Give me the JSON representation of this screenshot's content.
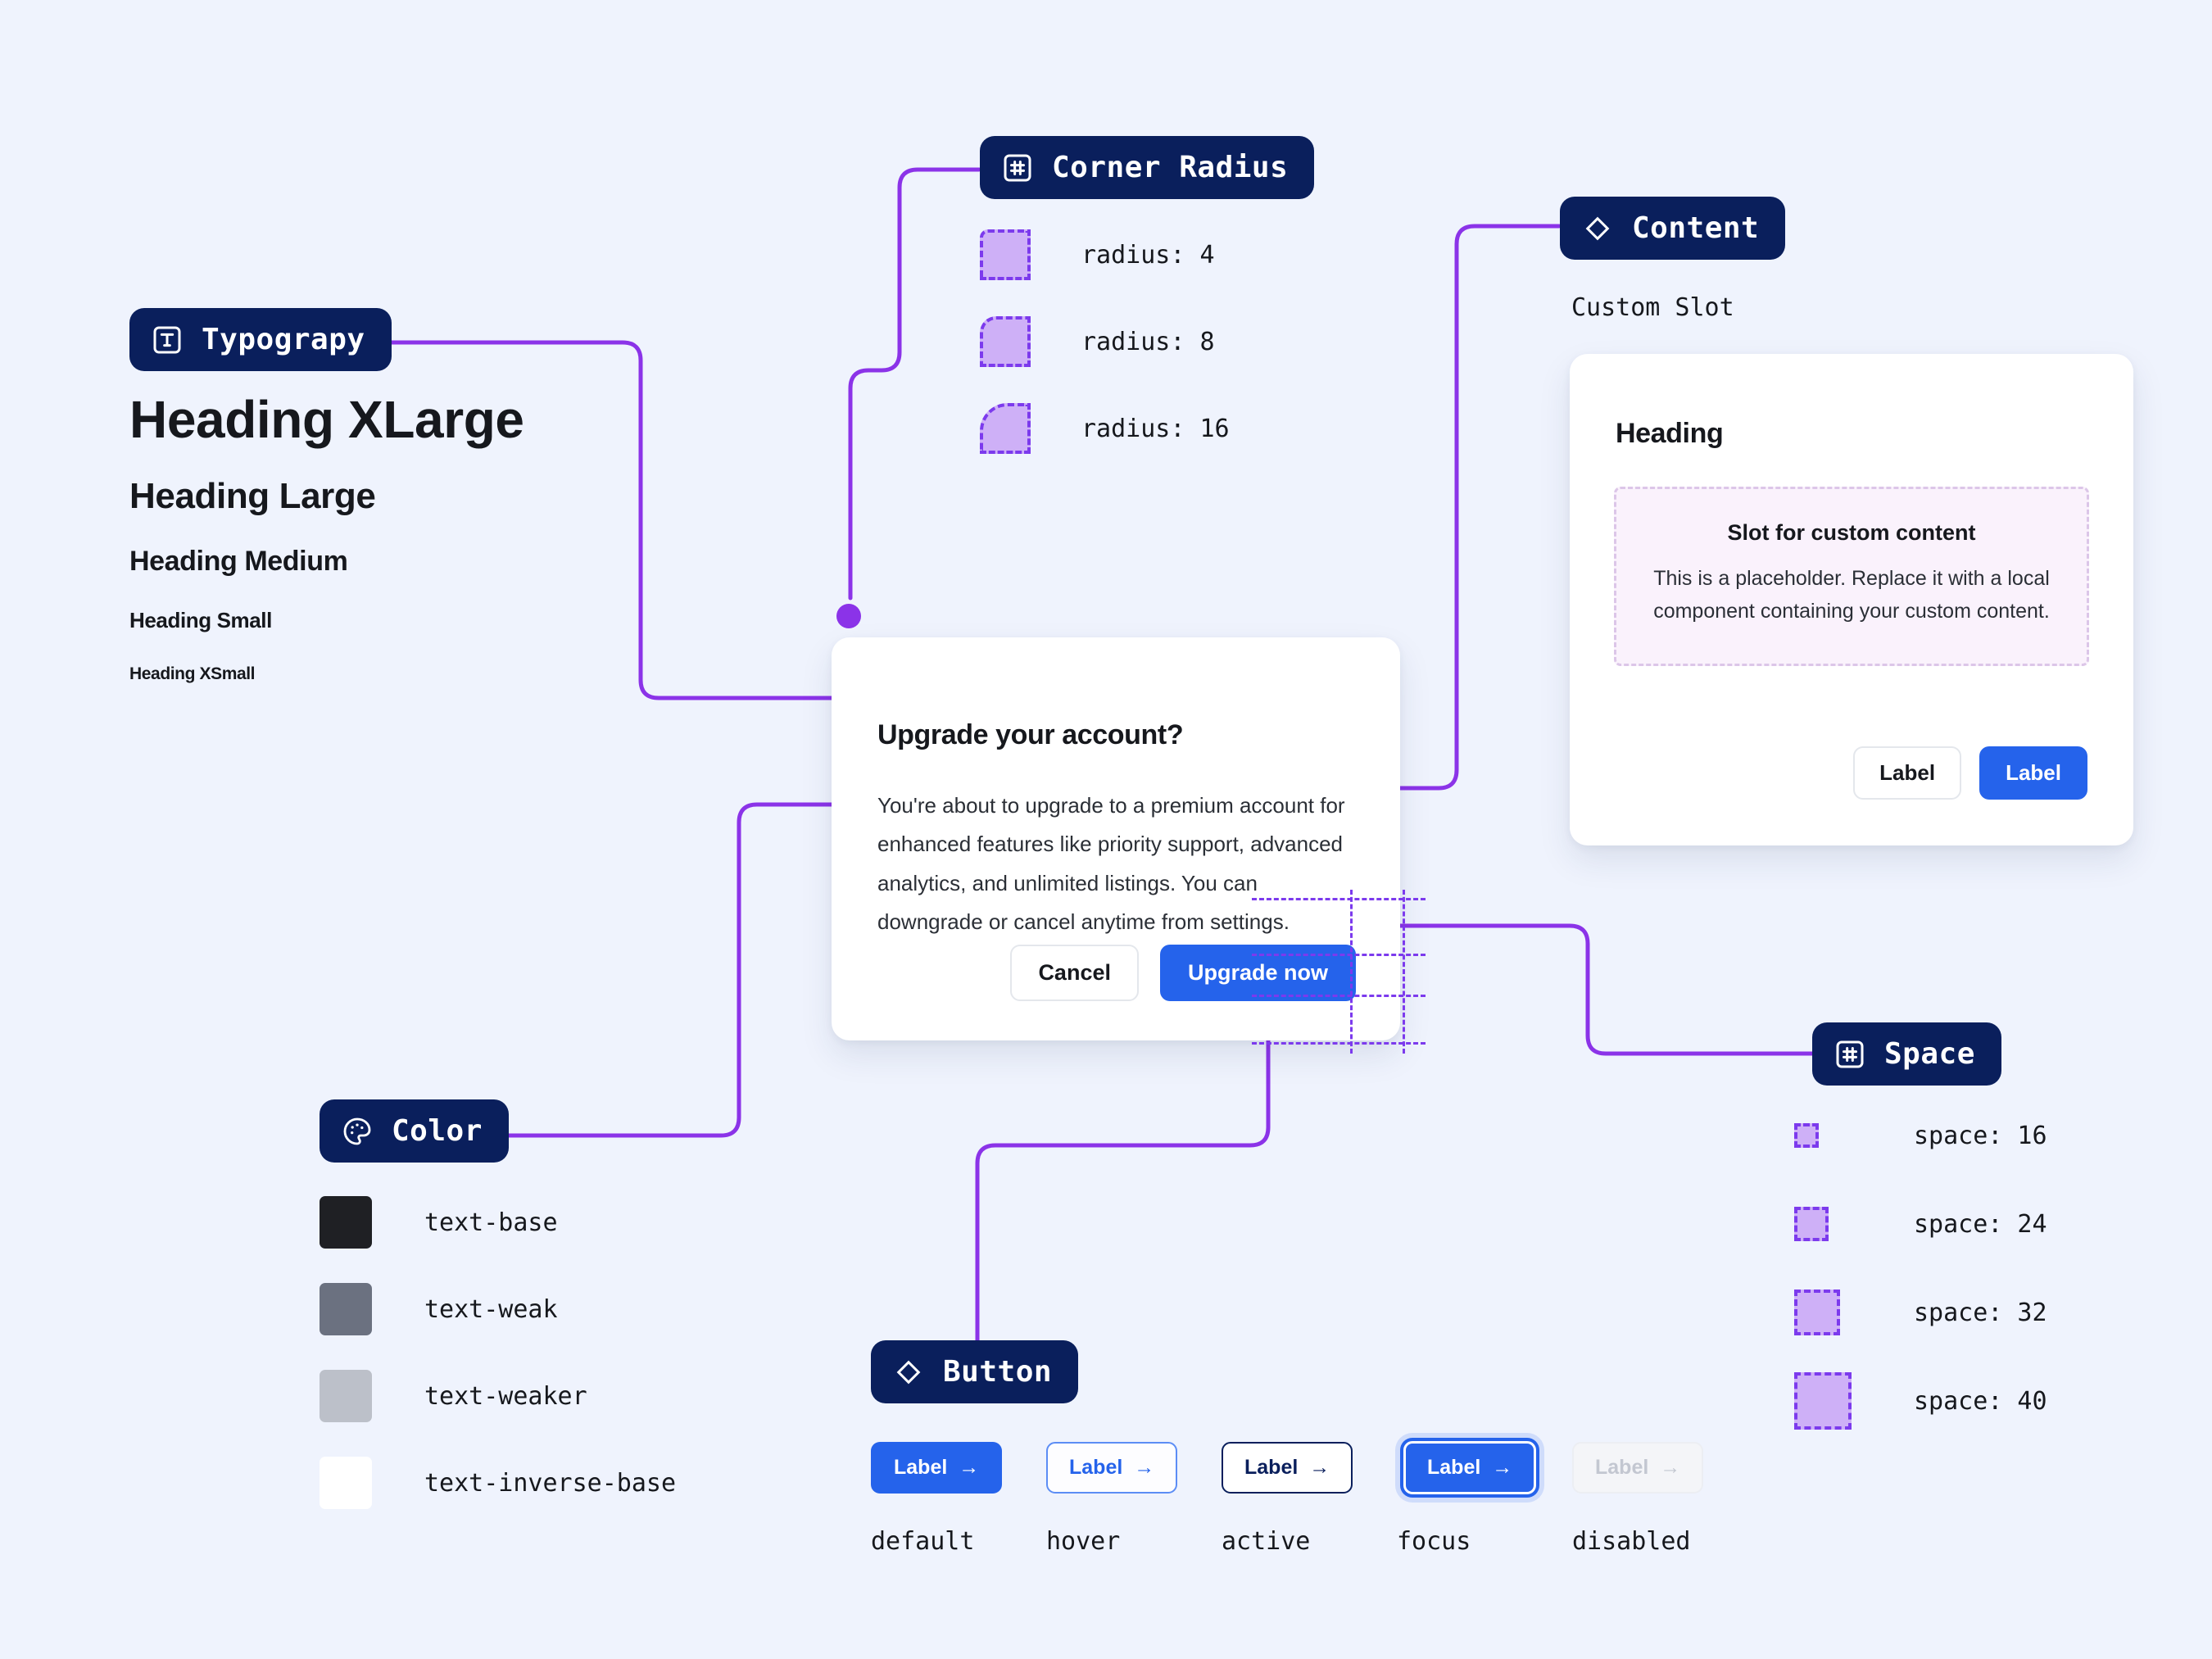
{
  "canvas": {
    "background": "#eff3fd",
    "accent": "#8b33e8",
    "badge_bg": "#0a1f5c",
    "primary": "#2563eb"
  },
  "sections": {
    "typography": {
      "badge_label": "Typograpy",
      "icon": "text-box-icon"
    },
    "corner_radius": {
      "badge_label": "Corner Radius",
      "icon": "hash-box-icon"
    },
    "content": {
      "badge_label": "Content",
      "icon": "diamond-icon"
    },
    "color": {
      "badge_label": "Color",
      "icon": "palette-icon"
    },
    "button": {
      "badge_label": "Button",
      "icon": "diamond-icon"
    },
    "space": {
      "badge_label": "Space",
      "icon": "hash-box-icon"
    }
  },
  "typography": {
    "specimens": [
      {
        "label": "Heading XLarge"
      },
      {
        "label": "Heading Large"
      },
      {
        "label": "Heading Medium"
      },
      {
        "label": "Heading Small"
      },
      {
        "label": "Heading XSmall"
      }
    ]
  },
  "corner_radius": {
    "tokens": [
      {
        "label": "radius: 4",
        "value": 4
      },
      {
        "label": "radius: 8",
        "value": 8
      },
      {
        "label": "radius: 16",
        "value": 16
      }
    ]
  },
  "space": {
    "tokens": [
      {
        "label": "space: 16",
        "value": 16
      },
      {
        "label": "space: 24",
        "value": 24
      },
      {
        "label": "space: 32",
        "value": 32
      },
      {
        "label": "space: 40",
        "value": 40
      }
    ]
  },
  "color": {
    "tokens": [
      {
        "label": "text-base",
        "hex": "#1f2024"
      },
      {
        "label": "text-weak",
        "hex": "#6b7180"
      },
      {
        "label": "text-weaker",
        "hex": "#bcc0c9"
      },
      {
        "label": "text-inverse-base",
        "hex": "#ffffff"
      }
    ]
  },
  "dialog": {
    "title": "Upgrade your account?",
    "body": "You're about to upgrade to a premium account for enhanced features like priority support, advanced analytics, and unlimited listings. You can downgrade or cancel anytime from settings.",
    "cancel_label": "Cancel",
    "confirm_label": "Upgrade now"
  },
  "content_card": {
    "caption": "Custom Slot",
    "heading": "Heading",
    "slot_title": "Slot for custom content",
    "slot_text": "This is a placeholder. Replace it with a local component containing your custom content.",
    "secondary_label": "Label",
    "primary_label": "Label"
  },
  "button_states": [
    {
      "label": "Label",
      "caption": "default",
      "arrow": "→"
    },
    {
      "label": "Label",
      "caption": "hover",
      "arrow": "→"
    },
    {
      "label": "Label",
      "caption": "active",
      "arrow": "→"
    },
    {
      "label": "Label",
      "caption": "focus",
      "arrow": "→"
    },
    {
      "label": "Label",
      "caption": "disabled",
      "arrow": "→"
    }
  ]
}
